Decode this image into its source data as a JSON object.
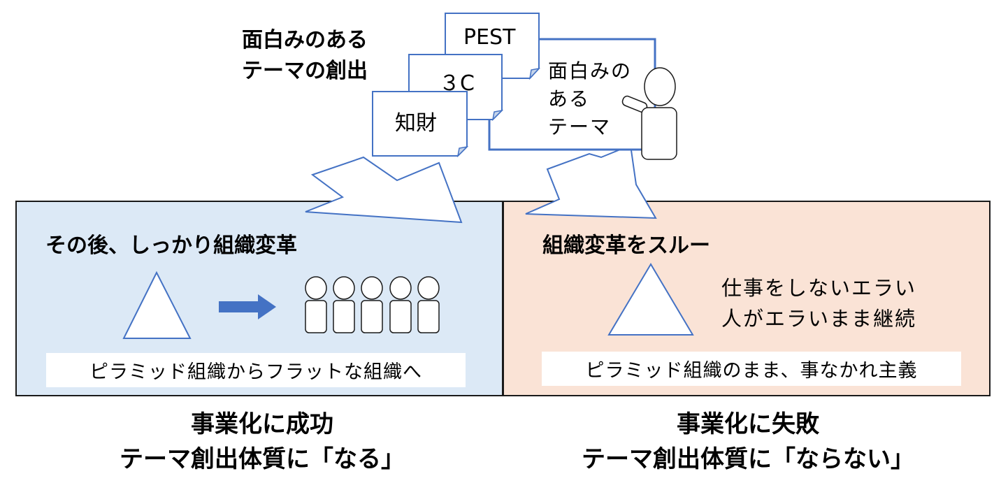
{
  "top_title": {
    "line1": "面白みのある",
    "line2": "テーマの創出"
  },
  "cards": {
    "pest": "PEST",
    "threec": "３C",
    "chizai": "知財",
    "board": {
      "line1": "面白みの",
      "line2": "ある",
      "line3": "テーマ"
    }
  },
  "left_panel": {
    "heading": "その後、しっかり組織変革",
    "caption": "ピラミッド組織からフラットな組織へ"
  },
  "right_panel": {
    "heading": "組織変革をスルー",
    "status": {
      "line1": "仕事をしないエラい",
      "line2": "人がエラいまま継続"
    },
    "caption": "ピラミッド組織のまま、事なかれ主義"
  },
  "results": {
    "left": {
      "line1": "事業化に成功",
      "line2": "テーマ創出体質に「なる」"
    },
    "right": {
      "line1": "事業化に失敗",
      "line2": "テーマ創出体質に「ならない」"
    }
  },
  "colors": {
    "accent_blue": "#4472c4",
    "left_panel_bg": "#dce9f6",
    "right_panel_bg": "#fae3d6",
    "outline": "#1a1a1a"
  }
}
